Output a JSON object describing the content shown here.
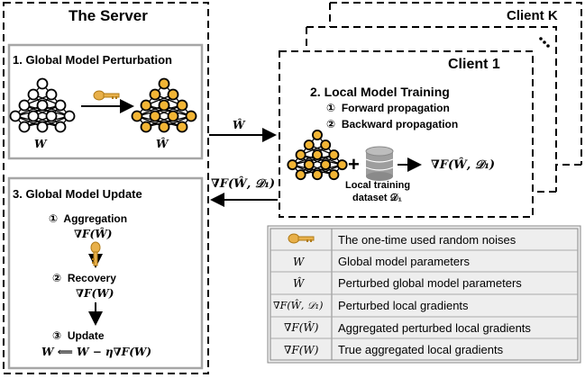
{
  "server": {
    "title": "The Server",
    "perturbation": {
      "title": "1.  Global Model Perturbation",
      "left_label": "W",
      "right_label": "Ŵ"
    },
    "update": {
      "title": "3.  Global Model Update",
      "steps": [
        {
          "num": "①",
          "name": "Aggregation",
          "formula": "∇F(Ŵ)"
        },
        {
          "num": "②",
          "name": "Recovery",
          "formula": "∇F(W)"
        },
        {
          "num": "③",
          "name": "Update",
          "formula": "W ⟸ W − η∇F(W)"
        }
      ]
    }
  },
  "clients": {
    "back_label": "Client K",
    "front_label": "Client 1",
    "training": {
      "title": "2.  Local Model Training",
      "steps": [
        {
          "num": "①",
          "name": "Forward propagation"
        },
        {
          "num": "②",
          "name": "Backward propagation"
        }
      ],
      "plus": "+",
      "dataset_line1": "Local training",
      "dataset_line2": "dataset 𝒟₁",
      "output": "∇F(Ŵ, 𝒟₁)"
    }
  },
  "arrows": {
    "to_client": "Ŵ",
    "to_server": "∇F(Ŵ, 𝒟₁)"
  },
  "legend": {
    "rows": [
      {
        "symbol": "",
        "symbol_icon": "key-icon",
        "desc": "The one-time used random noises"
      },
      {
        "symbol": "W",
        "desc": "Global model parameters"
      },
      {
        "symbol": "Ŵ",
        "desc": "Perturbed global model parameters"
      },
      {
        "symbol": "∇F(Ŵ, 𝒟₁)",
        "desc": "Perturbed local gradients"
      },
      {
        "symbol": "∇F(Ŵ)",
        "desc": "Aggregated perturbed local gradients"
      },
      {
        "symbol": "∇F(W)",
        "desc": "True aggregated local gradients"
      }
    ]
  },
  "colors": {
    "gold": "#f2b535",
    "gold_stroke": "#000000",
    "key": "#e8b04a",
    "legend_bg": "#eeeeee",
    "box_gray": "#a6a6a6",
    "dataset": "#9e9e9e"
  }
}
